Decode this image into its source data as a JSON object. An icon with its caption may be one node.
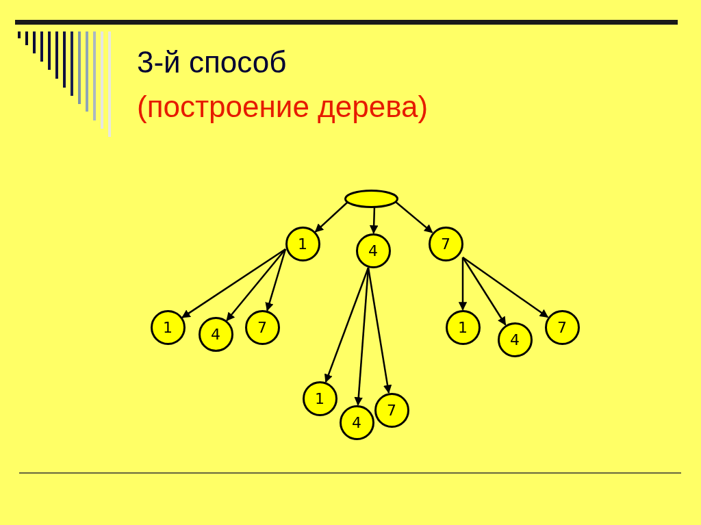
{
  "diagram": {
    "title": "3-й способ",
    "nodes": [
      {
        "text": [],
        "shape": "ellipse"
      },
      {
        "text": [
          "1"
        ]
      },
      {
        "text": [
          "4"
        ]
      },
      {
        "text": [
          "7"
        ]
      },
      {
        "text": [
          "1"
        ]
      },
      {
        "text": [
          "4"
        ]
      },
      {
        "text": [
          "7"
        ]
      },
      {
        "text": [
          "1"
        ]
      },
      {
        "text": [
          "4"
        ]
      },
      {
        "text": [
          "7"
        ]
      },
      {
        "text": [
          "1"
        ]
      },
      {
        "text": [
          "4"
        ]
      },
      {
        "text": [
          "7"
        ]
      }
    ],
    "edges": [
      {
        "from": 0,
        "to": 1,
        "arrow": "to"
      },
      {
        "from": 0,
        "to": 2,
        "arrow": "to"
      },
      {
        "from": 0,
        "to": 3,
        "arrow": "to"
      },
      {
        "from": 1,
        "to": 4,
        "arrow": "to"
      },
      {
        "from": 1,
        "to": 5,
        "arrow": "to"
      },
      {
        "from": 1,
        "to": 6,
        "arrow": "to"
      },
      {
        "from": 2,
        "to": 7,
        "arrow": "to"
      },
      {
        "from": 2,
        "to": 8,
        "arrow": "to"
      },
      {
        "from": 2,
        "to": 9,
        "arrow": "to"
      },
      {
        "from": 3,
        "to": 10,
        "arrow": "to"
      },
      {
        "from": 3,
        "to": 11,
        "arrow": "to"
      },
      {
        "from": 3,
        "to": 12,
        "arrow": "to"
      }
    ],
    "labels": [
      "(построение дерева)"
    ]
  }
}
